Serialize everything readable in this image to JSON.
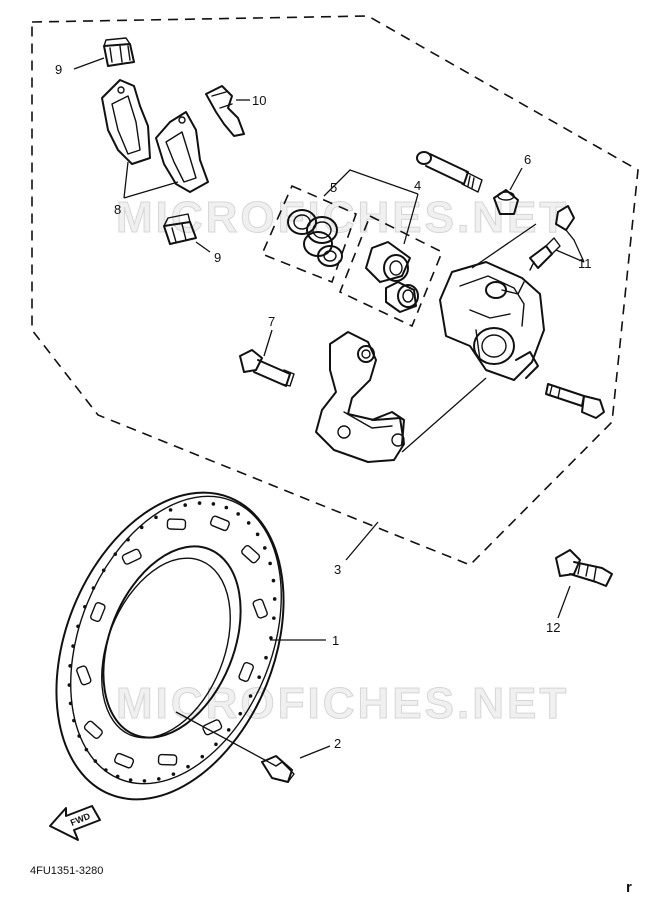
{
  "watermark": "MICROFICHES.NET",
  "callouts": {
    "disc": "1",
    "disc_bolt": "2",
    "caliper_assy": "3",
    "piston": "4",
    "seal_kit": "5",
    "bleed_cap": "6",
    "caliper_bolt": "7",
    "pads": "8",
    "pad_spring_top": "9",
    "pad_spring_bottom": "9",
    "pad_support": "10",
    "bleed_screw": "11",
    "mount_bolt": "12"
  },
  "fwd_label": "FWD",
  "diagram_code": "4FU1351-3280",
  "page_mark": "r"
}
